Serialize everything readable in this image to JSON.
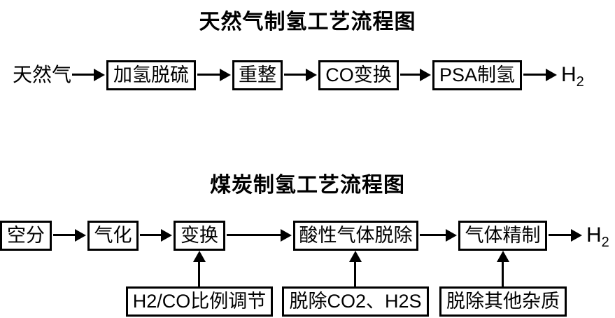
{
  "canvas": {
    "background": "#ffffff",
    "ink": "#000000"
  },
  "diagrams": [
    {
      "title": "天然气制氢工艺流程图",
      "source_label": "天然气",
      "steps": [
        "加氢脱硫",
        "重整",
        "CO变换",
        "PSA制氢"
      ],
      "product": {
        "symbol": "H",
        "subscript": "2"
      }
    },
    {
      "title": "煤炭制氢工艺流程图",
      "steps": [
        "空分",
        "气化",
        "变换",
        "酸性气体脱除",
        "气体精制"
      ],
      "product": {
        "symbol": "H",
        "subscript": "2"
      },
      "auxiliary_steps": [
        "H2/CO比例调节",
        "脱除CO2、H2S",
        "脱除其他杂质"
      ]
    }
  ]
}
